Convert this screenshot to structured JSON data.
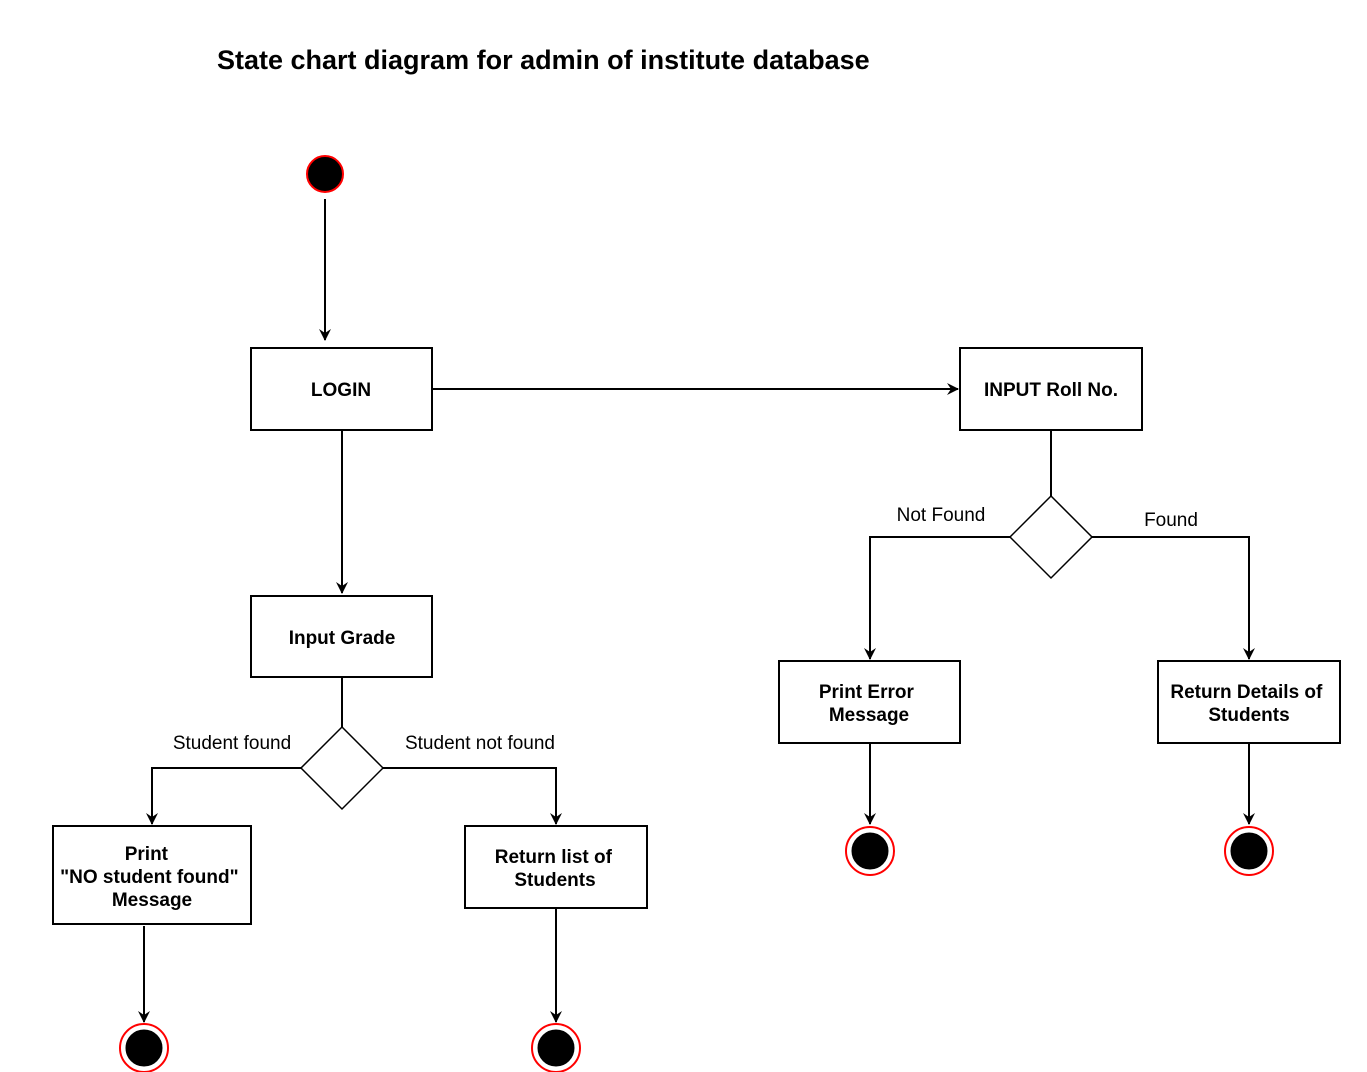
{
  "title": "State chart diagram for admin of institute database",
  "colors": {
    "node_fill": "#000000",
    "node_ring": "#ff0000",
    "line": "#000000",
    "background": "#ffffff"
  },
  "states": {
    "login": "LOGIN",
    "input_roll": "INPUT Roll No.",
    "input_grade": "Input Grade",
    "print_error": [
      "Print Error",
      "Message"
    ],
    "return_details": [
      "Return Details of",
      "Students"
    ],
    "print_no_student": [
      "Print",
      "\"NO student found\"",
      "Message"
    ],
    "return_list": [
      "Return list of",
      "Students"
    ]
  },
  "edge_labels": {
    "not_found": "Not Found",
    "found": "Found",
    "student_found": "Student found",
    "student_not_found": "Student not found"
  }
}
